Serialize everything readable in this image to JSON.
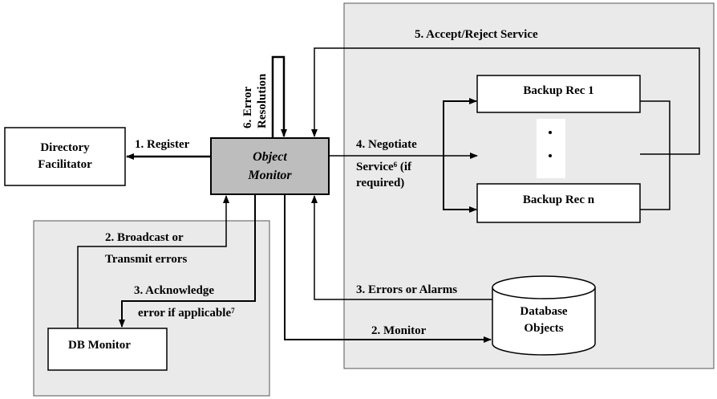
{
  "nodes": {
    "directory_facilitator": {
      "line1": "Directory",
      "line2": "Facilitator"
    },
    "object_monitor": {
      "line1": "Object",
      "line2": "Monitor"
    },
    "backup_rec_1": "Backup Rec 1",
    "backup_rec_n": "Backup Rec n",
    "db_monitor": "DB Monitor",
    "database_objects": {
      "line1": "Database",
      "line2": "Objects"
    }
  },
  "edges": {
    "register": "1. Register",
    "monitor": "2. Monitor",
    "broadcast": {
      "line1": "2. Broadcast or",
      "line2": "Transmit errors"
    },
    "acknowledge": {
      "line1": "3. Acknowledge",
      "line2": "error if applicable",
      "footnote": "7"
    },
    "errors_alarms": "3. Errors or Alarms",
    "negotiate": {
      "line1": "4. Negotiate",
      "line2": "Service",
      "footnote": "6",
      "line2_suffix": " (if",
      "line3": "required)"
    },
    "accept_reject": "5. Accept/Reject Service",
    "error_resolution": {
      "line1": "6. Error",
      "line2": "Resolution"
    }
  },
  "colors": {
    "panel_fill": "#eaeaea",
    "object_monitor_fill": "#bdbdbd",
    "box_fill": "#ffffff",
    "line": "#000000"
  }
}
